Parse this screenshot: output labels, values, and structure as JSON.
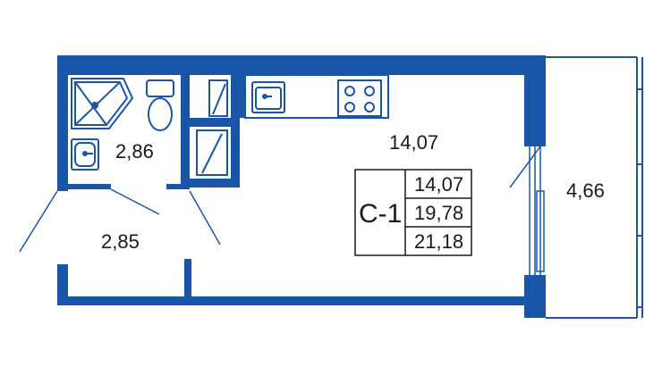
{
  "plan": {
    "wall_color": "#1a56a8",
    "rooms": {
      "bathroom": "2,86",
      "hallway": "2,85",
      "living": "14,07",
      "balcony": "4,66"
    },
    "apartment_type": "С-1",
    "areas": {
      "living": "14,07",
      "total": "19,78",
      "total_with_balcony": "21,18"
    },
    "icons": [
      "shower-icon",
      "toilet-icon",
      "sink-icon",
      "kitchen-sink-icon",
      "stove-icon",
      "wardrobe-icon"
    ]
  }
}
